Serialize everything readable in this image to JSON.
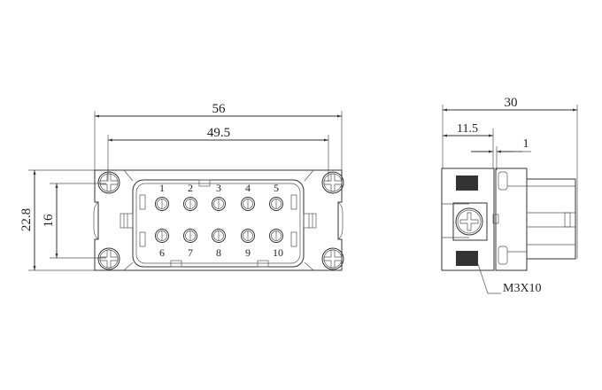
{
  "front_view": {
    "dimensions": {
      "overall_width": "56",
      "screw_spacing": "49.5",
      "overall_height": "22.8",
      "screw_vertical": "16"
    },
    "pin_labels_top": [
      "1",
      "2",
      "3",
      "4",
      "5"
    ],
    "pin_labels_bottom": [
      "6",
      "7",
      "8",
      "9",
      "10"
    ]
  },
  "side_view": {
    "dimensions": {
      "overall_depth": "30",
      "flange_depth": "11.5",
      "gap": "1"
    },
    "screw_callout": "M3X10"
  }
}
